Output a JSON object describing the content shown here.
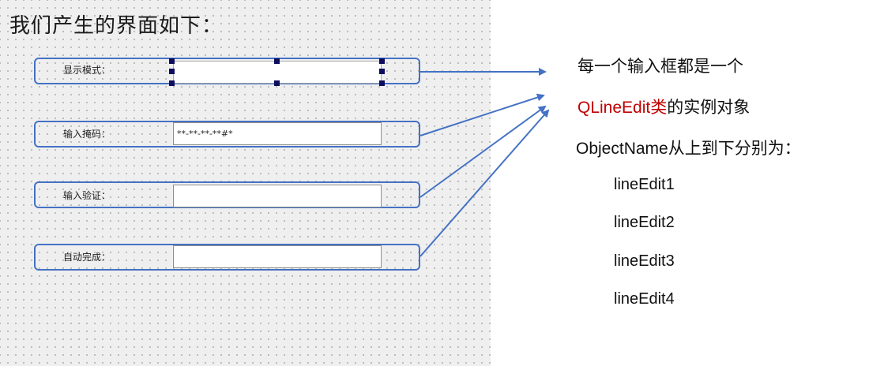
{
  "page_title": "我们产生的界面如下：",
  "form": {
    "rows": [
      {
        "label": "显示模式：",
        "value": ""
      },
      {
        "label": "输入掩码：",
        "value": "**-**-**-**#*"
      },
      {
        "label": "输入验证：",
        "value": ""
      },
      {
        "label": "自动完成：",
        "value": ""
      }
    ]
  },
  "annotation": {
    "line1": "每一个输入框都是一个",
    "class_name": "QLineEdit类",
    "line2_rest": "的实例对象",
    "line3": "ObjectName从上到下分别为：",
    "object_names": [
      "lineEdit1",
      "lineEdit2",
      "lineEdit3",
      "lineEdit4"
    ]
  },
  "colors": {
    "frame": "#4472c4",
    "highlight_text": "#c00000",
    "selection_handle": "#0d0d5e",
    "canvas": "#efefef"
  }
}
